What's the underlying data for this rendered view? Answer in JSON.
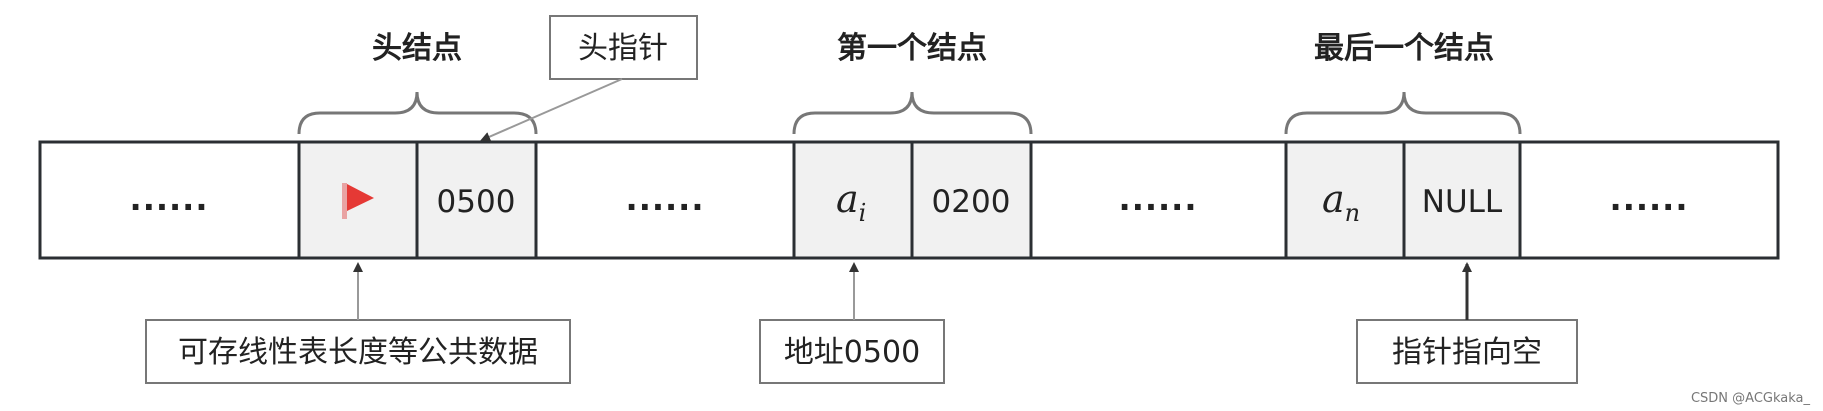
{
  "memory": {
    "ellipsis": "......",
    "head_node_pointer": "0500",
    "first_node_next": "0200",
    "last_node_next": "NULL",
    "first_node_data": {
      "base": "a",
      "sub": "i"
    },
    "last_node_data": {
      "base": "a",
      "sub": "n"
    }
  },
  "labels": {
    "head_node": "头结点",
    "first_node": "第一个结点",
    "last_node": "最后一个结点",
    "head_pointer": "头指针",
    "head_data_note": "可存线性表长度等公共数据",
    "address_note": "地址0500",
    "null_note": "指针指向空"
  },
  "colors": {
    "border": "#2b2f33",
    "cell_fill": "#f1f1f1",
    "brace": "#777777",
    "flag": "#e53935"
  },
  "watermark": "CSDN @ACGkaka_"
}
